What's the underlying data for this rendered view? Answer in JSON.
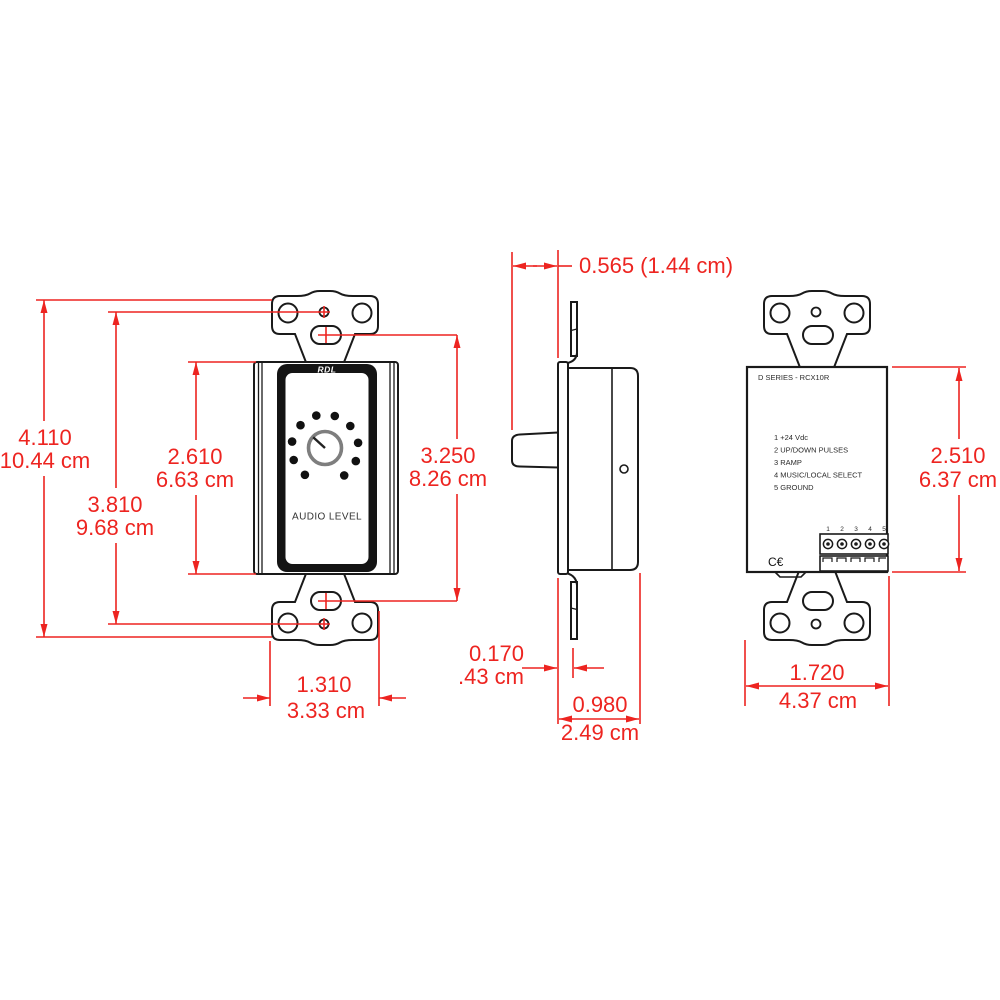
{
  "front_view": {
    "brand": "RDL",
    "panel_label": "AUDIO LEVEL"
  },
  "rear_view": {
    "model_label": "D SERIES - RCX10R",
    "pins": [
      "1  +24 Vdc",
      "2  UP/DOWN PULSES",
      "3  RAMP",
      "4  MUSIC/LOCAL SELECT",
      "5  GROUND"
    ],
    "terminal_numbers": [
      "1",
      "2",
      "3",
      "4",
      "5"
    ],
    "ce_mark": "C€"
  },
  "dimensions": {
    "overall_height": {
      "in": "4.110",
      "cm": "10.44 cm"
    },
    "hole_spacing": {
      "in": "3.810",
      "cm": "9.68 cm"
    },
    "insert_height": {
      "in": "2.610",
      "cm": "6.63 cm"
    },
    "slot_spacing": {
      "in": "3.250",
      "cm": "8.26 cm"
    },
    "strap_width": {
      "in": "1.310",
      "cm": "3.33 cm"
    },
    "knob_depth": {
      "label": "0.565 (1.44 cm)"
    },
    "flange_offset": {
      "in": "0.170",
      "cm": ".43 cm"
    },
    "body_depth": {
      "in": "0.980",
      "cm": "2.49 cm"
    },
    "module_height": {
      "in": "2.510",
      "cm": "6.37 cm"
    },
    "module_width": {
      "in": "1.720",
      "cm": "4.37 cm"
    }
  },
  "colors": {
    "dimension_red": "#ed2420",
    "line_black": "#1a1a1a"
  }
}
